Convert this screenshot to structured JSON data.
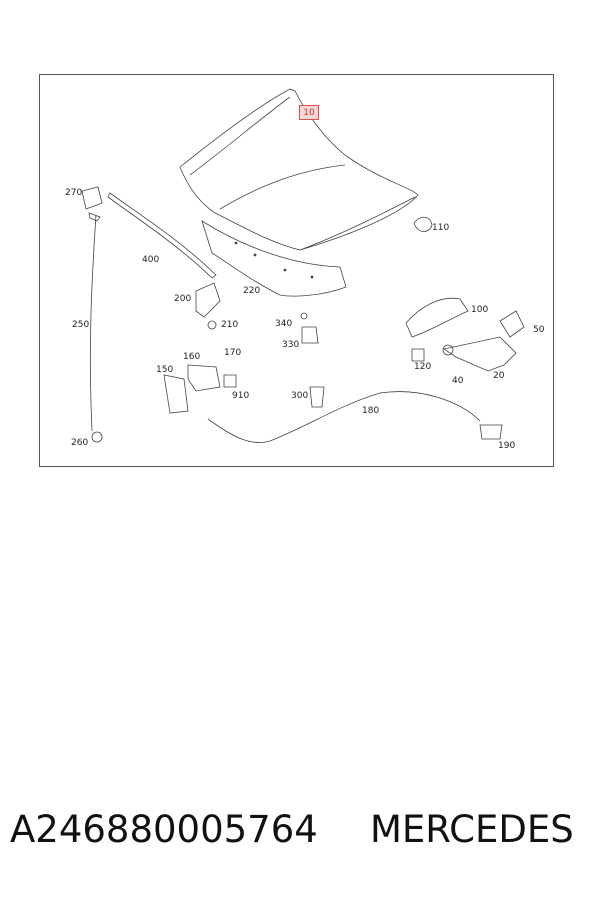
{
  "diagram": {
    "callouts": [
      "10",
      "110",
      "270",
      "400",
      "220",
      "200",
      "210",
      "250",
      "340",
      "330",
      "100",
      "50",
      "160",
      "170",
      "150",
      "910",
      "120",
      "40",
      "20",
      "300",
      "180",
      "260",
      "190"
    ]
  },
  "caption": {
    "part_number": "A246880005764",
    "brand": "MERCEDES"
  }
}
